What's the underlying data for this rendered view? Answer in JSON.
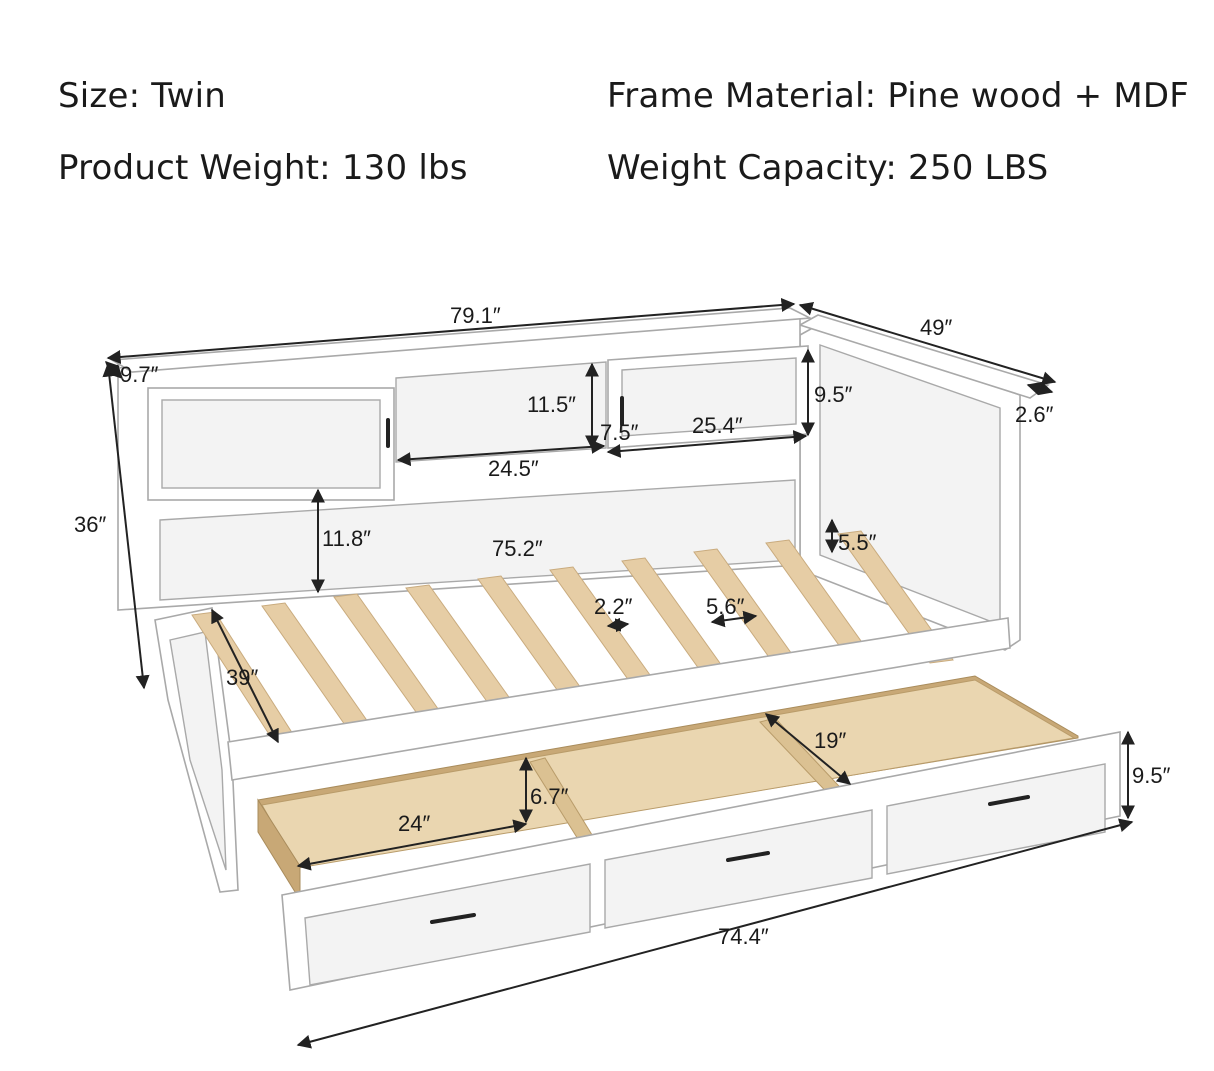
{
  "specs": {
    "size": {
      "label": "Size:",
      "value": "Twin"
    },
    "frame_material": {
      "label": "Frame Material:",
      "value": "Pine wood + MDF"
    },
    "product_weight": {
      "label": "Product Weight:",
      "value": "130 lbs"
    },
    "weight_capacity": {
      "label": "Weight Capacity:",
      "value": "250 LBS"
    }
  },
  "dimensions": {
    "overall_length": "79.1″",
    "overall_width": "49″",
    "top_shelf_depth": "9.7″",
    "arm_thickness": "2.6″",
    "overall_height": "36″",
    "cabinet_height": "9.5″",
    "open_shelf_height": "11.5″",
    "open_shelf_gap": "7.5″",
    "cabinet_door_width": "25.4″",
    "open_shelf_width": "24.5″",
    "backrest_height": "11.8″",
    "mattress_length": "75.2″",
    "side_rail_height": "5.5″",
    "slat_width": "2.2″",
    "slat_gap": "5.6″",
    "mattress_width": "39″",
    "drawer_depth": "19″",
    "drawer_height": "9.5″",
    "drawer_inner_height": "6.7″",
    "drawer_compartment_width": "24″",
    "drawer_length": "74.4″"
  }
}
